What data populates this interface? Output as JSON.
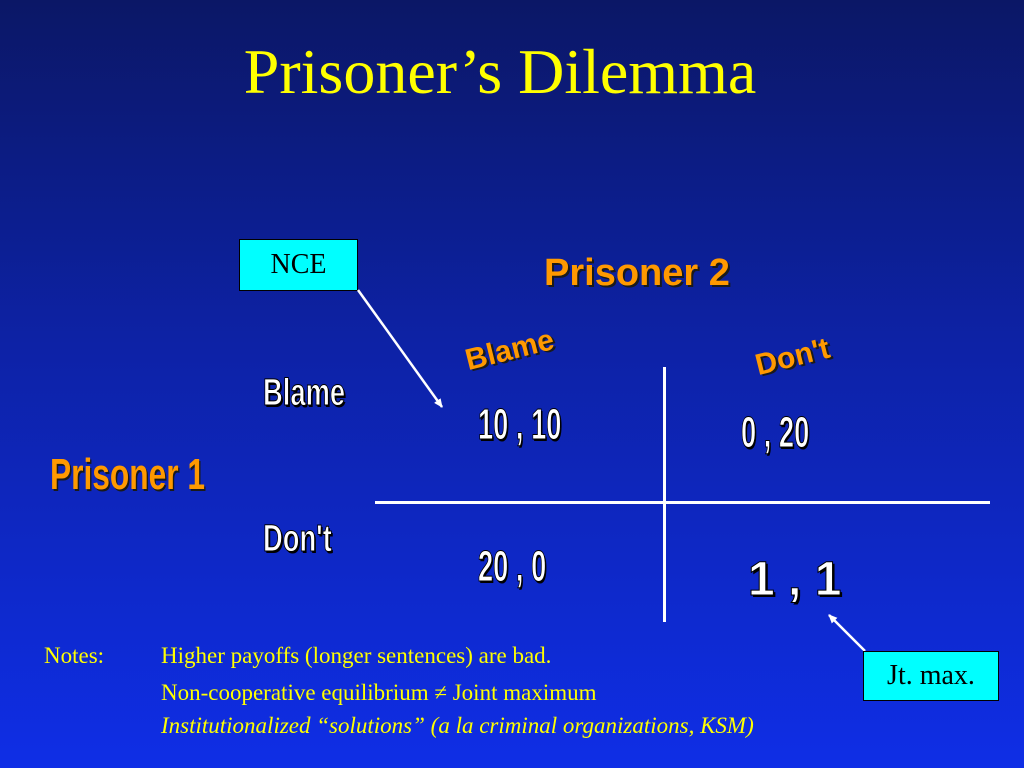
{
  "title": "Prisoner’s Dilemma",
  "callouts": {
    "nce": "NCE",
    "jt_max": "Jt. max."
  },
  "players": {
    "p2": "Prisoner 2",
    "p1": "Prisoner 1"
  },
  "columns": [
    "Blame",
    "Don't"
  ],
  "rows": [
    "Blame",
    "Don't"
  ],
  "payoffs": {
    "blame_blame": "10 , 10",
    "blame_dont": "0 , 20",
    "dont_blame": "20 , 0",
    "dont_dont": "1 , 1"
  },
  "notes": {
    "label": "Notes:",
    "line1": "Higher payoffs (longer sentences) are bad.",
    "line2": "Non-cooperative equilibrium ≠ Joint maximum",
    "line3": "Institutionalized “solutions” (a la criminal organizations, KSM)"
  },
  "colors": {
    "title": "#ffff00",
    "player_label": "#ff9900",
    "callout_bg": "#00ffff",
    "background_top": "#0b1766",
    "background_bottom": "#0f2ee6"
  }
}
